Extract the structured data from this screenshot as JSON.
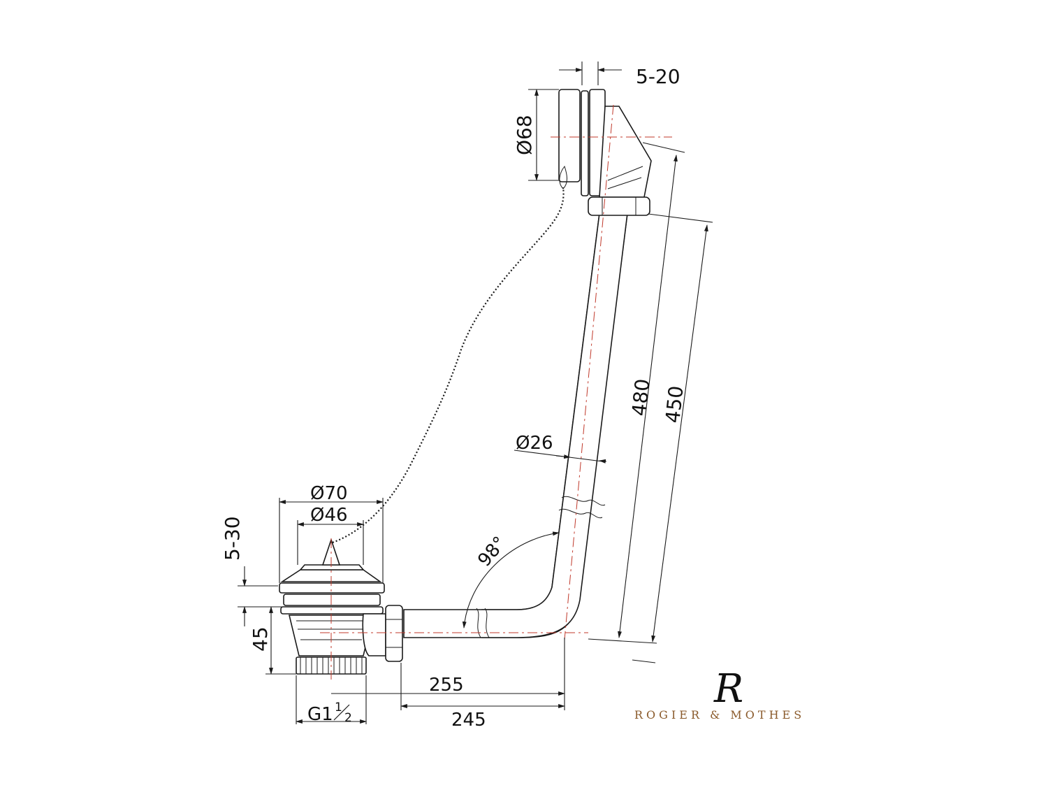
{
  "dimensions": {
    "overflow_gap": "5-20",
    "overflow_diameter": "Ø68",
    "overflow_height_long": "480",
    "overflow_height_short": "450",
    "pipe_diameter": "Ø26",
    "waste_outer_diameter": "Ø70",
    "waste_inner_diameter": "Ø46",
    "waste_gap": "5-30",
    "waste_height": "45",
    "bend_angle": "98°",
    "horizontal_long": "255",
    "horizontal_short": "245",
    "thread_size": "G1",
    "thread_fraction_num": "1",
    "thread_fraction_den": "2"
  },
  "brand": {
    "monogram": "R",
    "name": "ROGIER & MOTHES",
    "color": "#8a5a2b"
  },
  "colors": {
    "line": "#1a1a1a",
    "axis": "#c0392b"
  }
}
